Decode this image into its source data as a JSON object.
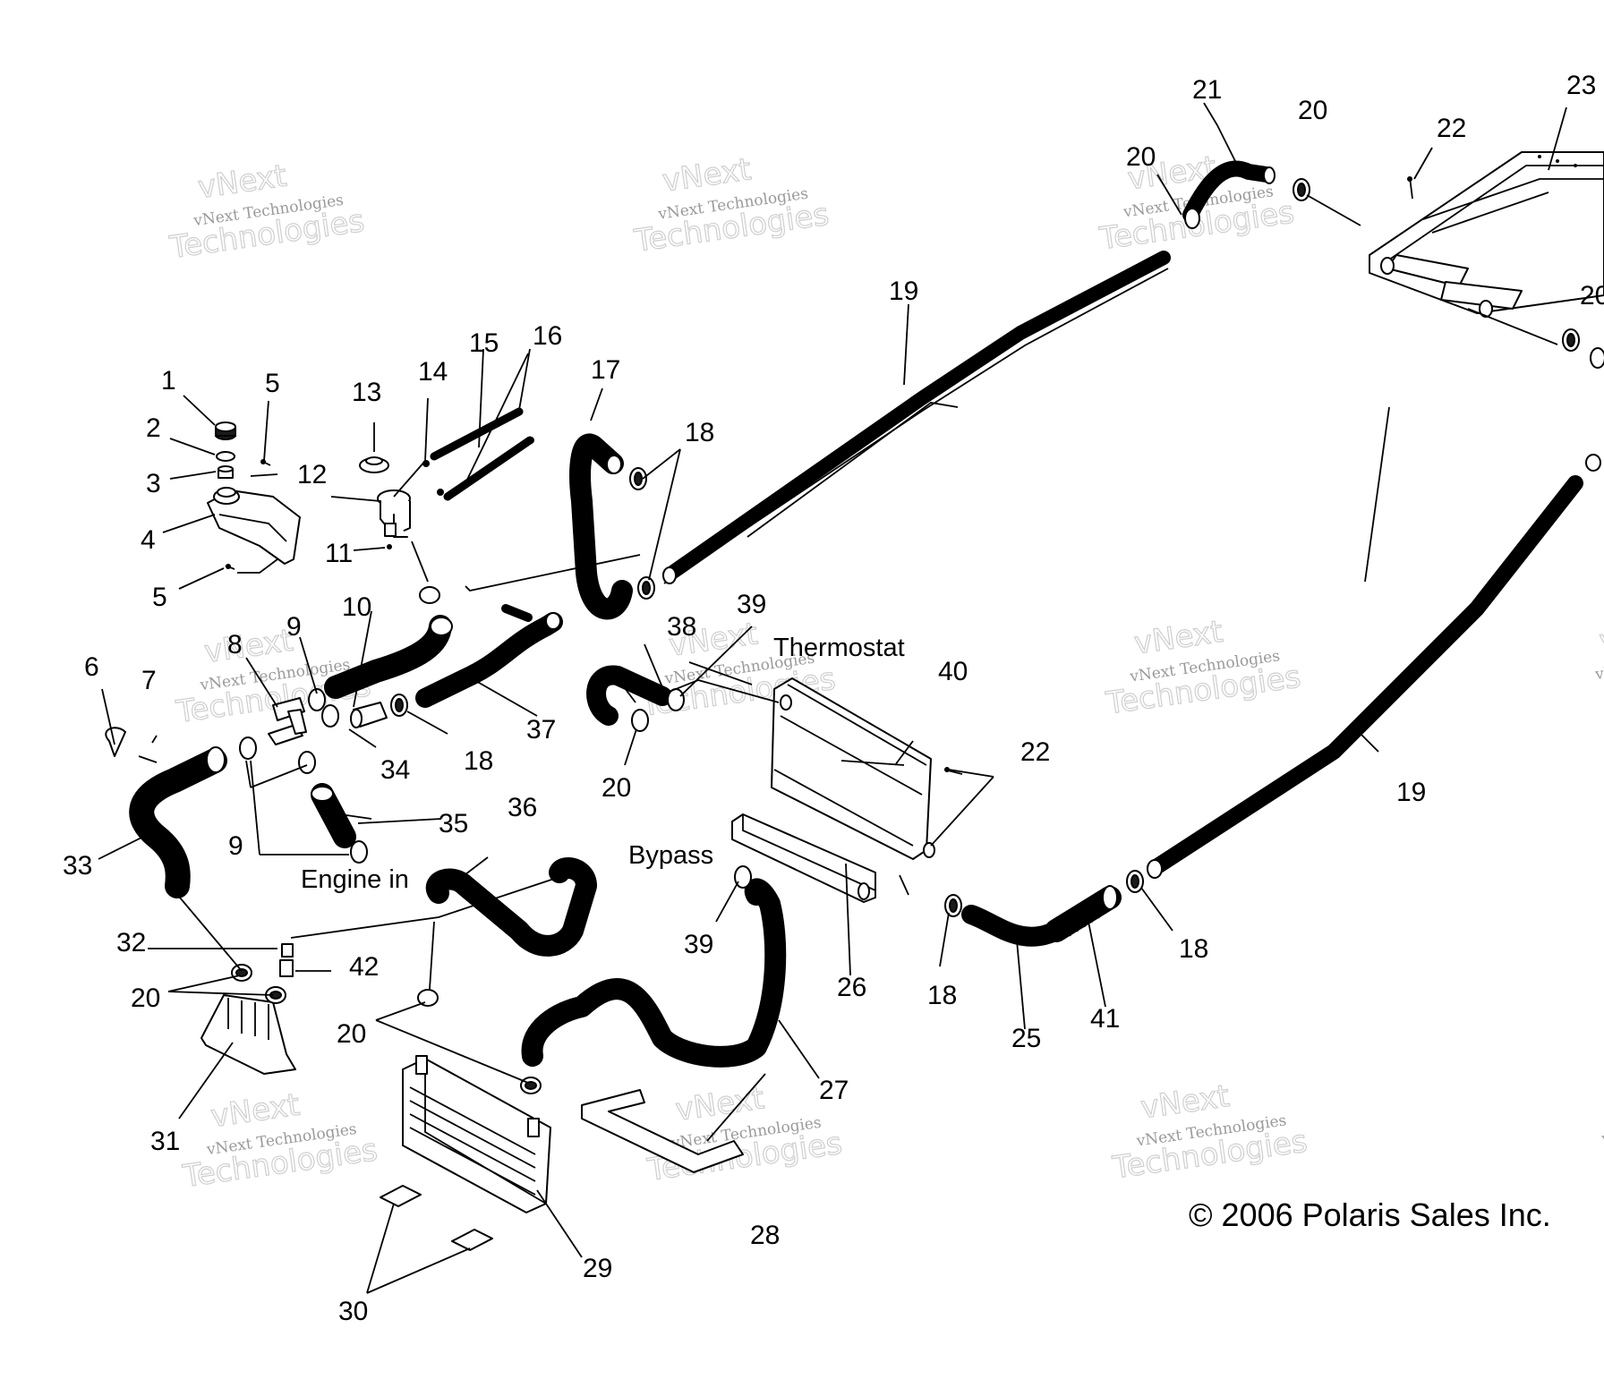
{
  "watermark": {
    "line1": "vNext Technologies",
    "line2": "Technologies",
    "line3": "vNext"
  },
  "labels": {
    "thermostat": "Thermostat",
    "bypass": "Bypass",
    "engine_in": "Engine in"
  },
  "copyright": "© 2006 Polaris Sales Inc.",
  "callouts": [
    "1",
    "2",
    "3",
    "4",
    "5",
    "5",
    "6",
    "7",
    "8",
    "9",
    "9",
    "10",
    "11",
    "12",
    "13",
    "14",
    "15",
    "16",
    "17",
    "18",
    "18",
    "18",
    "18",
    "18",
    "19",
    "19",
    "20",
    "20",
    "20",
    "20",
    "20",
    "20",
    "20",
    "21",
    "22",
    "22",
    "23",
    "25",
    "26",
    "27",
    "28",
    "29",
    "30",
    "31",
    "32",
    "33",
    "34",
    "35",
    "36",
    "37",
    "38",
    "39",
    "39",
    "40",
    "41",
    "42"
  ]
}
